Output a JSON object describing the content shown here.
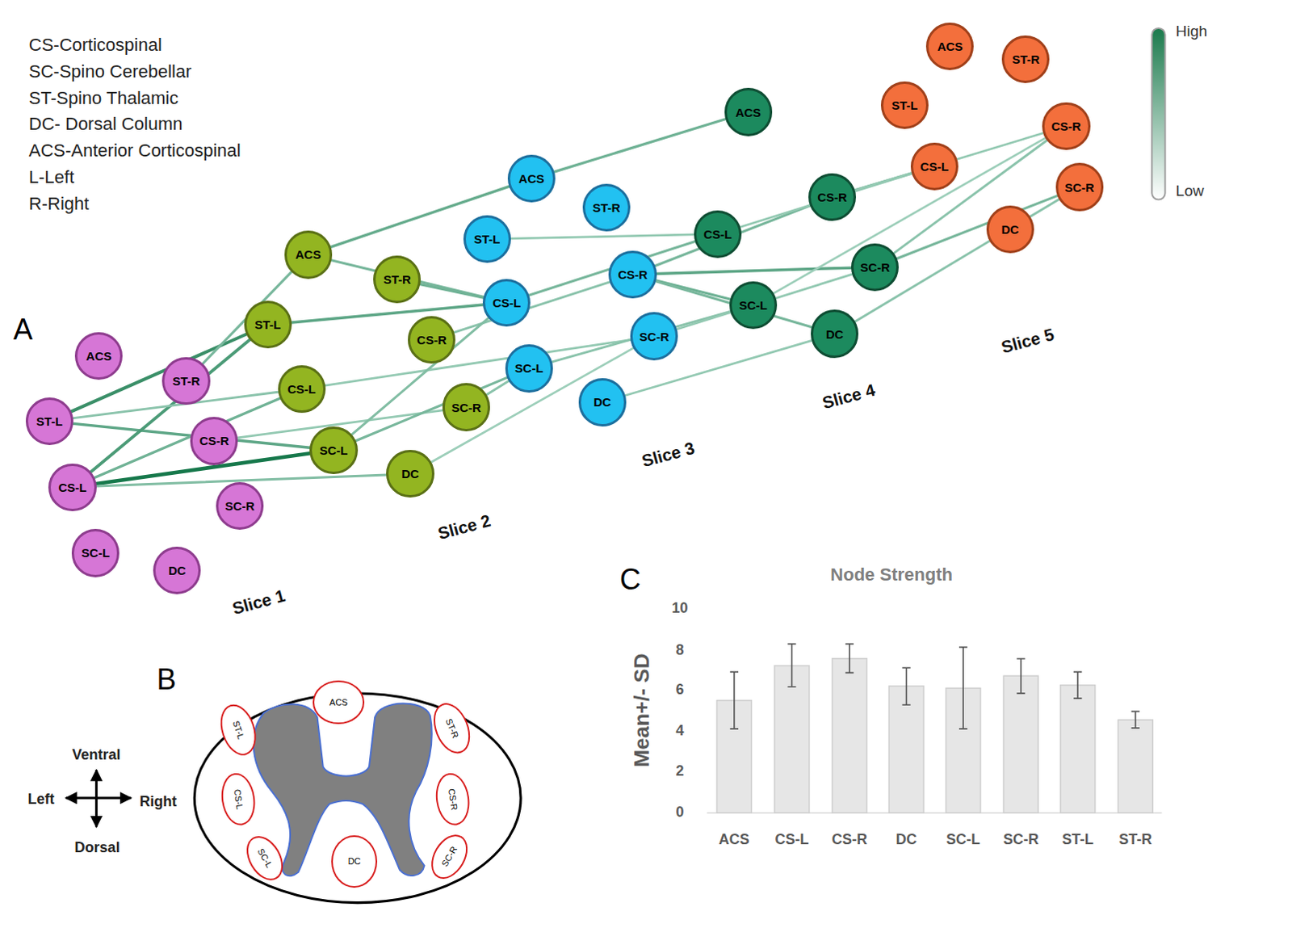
{
  "diagram": {
    "nodes": [
      {
        "text": [
          "ACS"
        ]
      },
      {
        "text": [
          "ST-R"
        ]
      },
      {
        "text": [
          "ST-L"
        ]
      },
      {
        "text": [
          "CS-R"
        ]
      },
      {
        "text": [
          "CS-L"
        ]
      },
      {
        "text": [
          "SC-R"
        ]
      },
      {
        "text": [
          "SC-L"
        ]
      },
      {
        "text": [
          "DC"
        ]
      },
      {
        "text": [
          "ACS"
        ]
      },
      {
        "text": [
          "ST-R"
        ]
      },
      {
        "text": [
          "ST-L"
        ]
      },
      {
        "text": [
          "CS-R"
        ]
      },
      {
        "text": [
          "CS-L"
        ]
      },
      {
        "text": [
          "SC-R"
        ]
      },
      {
        "text": [
          "SC-L"
        ]
      },
      {
        "text": [
          "DC"
        ]
      },
      {
        "text": [
          "ACS"
        ]
      },
      {
        "text": [
          "ST-R"
        ]
      },
      {
        "text": [
          "ST-L"
        ]
      },
      {
        "text": [
          "CS-R"
        ]
      },
      {
        "text": [
          "CS-L"
        ]
      },
      {
        "text": [
          "SC-R"
        ]
      },
      {
        "text": [
          "SC-L"
        ]
      },
      {
        "text": [
          "DC"
        ]
      },
      {
        "text": [
          "ACS"
        ]
      },
      {
        "text": [
          "CS-R"
        ]
      },
      {
        "text": [
          "CS-L"
        ]
      },
      {
        "text": [
          "SC-R"
        ]
      },
      {
        "text": [
          "SC-L"
        ]
      },
      {
        "text": [
          "DC"
        ]
      },
      {
        "text": [
          "ACS"
        ]
      },
      {
        "text": [
          "ST-R"
        ]
      },
      {
        "text": [
          "ST-L"
        ]
      },
      {
        "text": [
          "CS-R"
        ]
      },
      {
        "text": [
          "CS-L"
        ]
      },
      {
        "text": [
          "SC-R"
        ]
      },
      {
        "text": [
          "DC"
        ]
      },
      {
        "text": [
          "ACS"
        ]
      },
      {
        "text": [
          "ST-L"
        ]
      },
      {
        "text": [
          "ST-R"
        ]
      },
      {
        "text": [
          "CS-L"
        ]
      },
      {
        "text": [
          "CS-R"
        ]
      },
      {
        "text": [
          "SC-L"
        ]
      },
      {
        "text": [
          "DC"
        ]
      },
      {
        "text": [
          "SC-R"
        ]
      }
    ],
    "edges": [
      {
        "from": 2,
        "to": 10,
        "arrow": "none"
      },
      {
        "from": 2,
        "to": 14,
        "arrow": "none"
      },
      {
        "from": 4,
        "to": 14,
        "arrow": "none"
      },
      {
        "from": 4,
        "to": 10,
        "arrow": "none"
      },
      {
        "from": 4,
        "to": 12,
        "arrow": "none"
      },
      {
        "from": 4,
        "to": 15,
        "arrow": "none"
      },
      {
        "from": 1,
        "to": 8,
        "arrow": "none"
      },
      {
        "from": 3,
        "to": 13,
        "arrow": "none"
      },
      {
        "from": 2,
        "to": 12,
        "arrow": "none"
      },
      {
        "from": 8,
        "to": 16,
        "arrow": "none"
      },
      {
        "from": 8,
        "to": 20,
        "arrow": "none"
      },
      {
        "from": 9,
        "to": 20,
        "arrow": "none"
      },
      {
        "from": 10,
        "to": 20,
        "arrow": "none"
      },
      {
        "from": 11,
        "to": 19,
        "arrow": "none"
      },
      {
        "from": 14,
        "to": 22,
        "arrow": "none"
      },
      {
        "from": 13,
        "to": 22,
        "arrow": "none"
      },
      {
        "from": 15,
        "to": 21,
        "arrow": "none"
      },
      {
        "from": 12,
        "to": 21,
        "arrow": "none"
      },
      {
        "from": 14,
        "to": 20,
        "arrow": "none"
      },
      {
        "from": 16,
        "to": 24,
        "arrow": "none"
      },
      {
        "from": 19,
        "to": 27,
        "arrow": "none"
      },
      {
        "from": 19,
        "to": 25,
        "arrow": "none"
      },
      {
        "from": 19,
        "to": 28,
        "arrow": "none"
      },
      {
        "from": 20,
        "to": 26,
        "arrow": "none"
      },
      {
        "from": 22,
        "to": 28,
        "arrow": "none"
      },
      {
        "from": 23,
        "to": 29,
        "arrow": "none"
      },
      {
        "from": 19,
        "to": 29,
        "arrow": "none"
      },
      {
        "from": 18,
        "to": 26,
        "arrow": "none"
      },
      {
        "from": 21,
        "to": 27,
        "arrow": "none"
      },
      {
        "from": 25,
        "to": 34,
        "arrow": "none"
      },
      {
        "from": 27,
        "to": 35,
        "arrow": "none"
      },
      {
        "from": 27,
        "to": 33,
        "arrow": "none"
      },
      {
        "from": 29,
        "to": 35,
        "arrow": "none"
      },
      {
        "from": 26,
        "to": 34,
        "arrow": "none"
      },
      {
        "from": 25,
        "to": 33,
        "arrow": "none"
      },
      {
        "from": 28,
        "to": 33,
        "arrow": "none"
      }
    ],
    "labels": [
      "CS-Corticospinal",
      "SC-Spino Cerebellar",
      "ST-Spino Thalamic",
      "DC- Dorsal Column",
      "ACS-Anterior Corticospinal",
      "L-Left",
      "R-Right",
      "A",
      "High",
      "Low",
      "Slice 1",
      "Slice 2",
      "Slice 3",
      "Slice 4",
      "Slice 5",
      "B",
      "Ventral",
      "Left",
      "Right",
      "Dorsal",
      "C",
      "Node Strength",
      "10",
      "8",
      "6",
      "4",
      "2",
      "0",
      "Mean+/- SD",
      "ACS",
      "CS-L",
      "CS-R",
      "DC",
      "SC-L",
      "SC-R",
      "ST-L",
      "ST-R"
    ]
  }
}
